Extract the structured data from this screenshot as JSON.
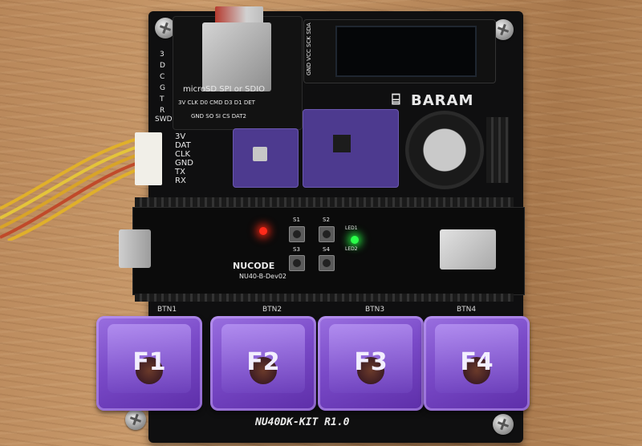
{
  "sd_module": {
    "title": "microSD SPI or SDIO",
    "pins_top": "3V  CLK  D0  CMD  D3  D1  DET",
    "pins_bottom": "GND   SO  SI  CS    DAT2"
  },
  "swd": {
    "label": "SWD",
    "pins": [
      "3",
      "D",
      "C",
      "G",
      "T",
      "R"
    ]
  },
  "uart_connector": {
    "pins": [
      "3V",
      "DAT",
      "CLK",
      "GND",
      "TX",
      "RX"
    ]
  },
  "oled": {
    "pins": "GND VCC SCK SDA"
  },
  "brand": {
    "logo_text": "BARAM"
  },
  "mcu_board": {
    "logo": "NUCODE",
    "model": "NU40-B-Dev02",
    "switch_labels": [
      "S1",
      "S2",
      "S3",
      "S4"
    ],
    "led_labels": [
      "LED1",
      "LED2"
    ]
  },
  "keys": [
    {
      "label": "F1",
      "button_label": "BTN1"
    },
    {
      "label": "F2",
      "button_label": "BTN2"
    },
    {
      "label": "F3",
      "button_label": "BTN3"
    },
    {
      "label": "F4",
      "button_label": "BTN4"
    }
  ],
  "board_title": "NU40DK-KIT R1.0",
  "colors": {
    "pcb": "#0f0f10",
    "keycap": "#7a4ac8",
    "sensor_pcb": "#4d3a8f",
    "led_red": "#ff2a1a",
    "led_green": "#2aff4a"
  }
}
